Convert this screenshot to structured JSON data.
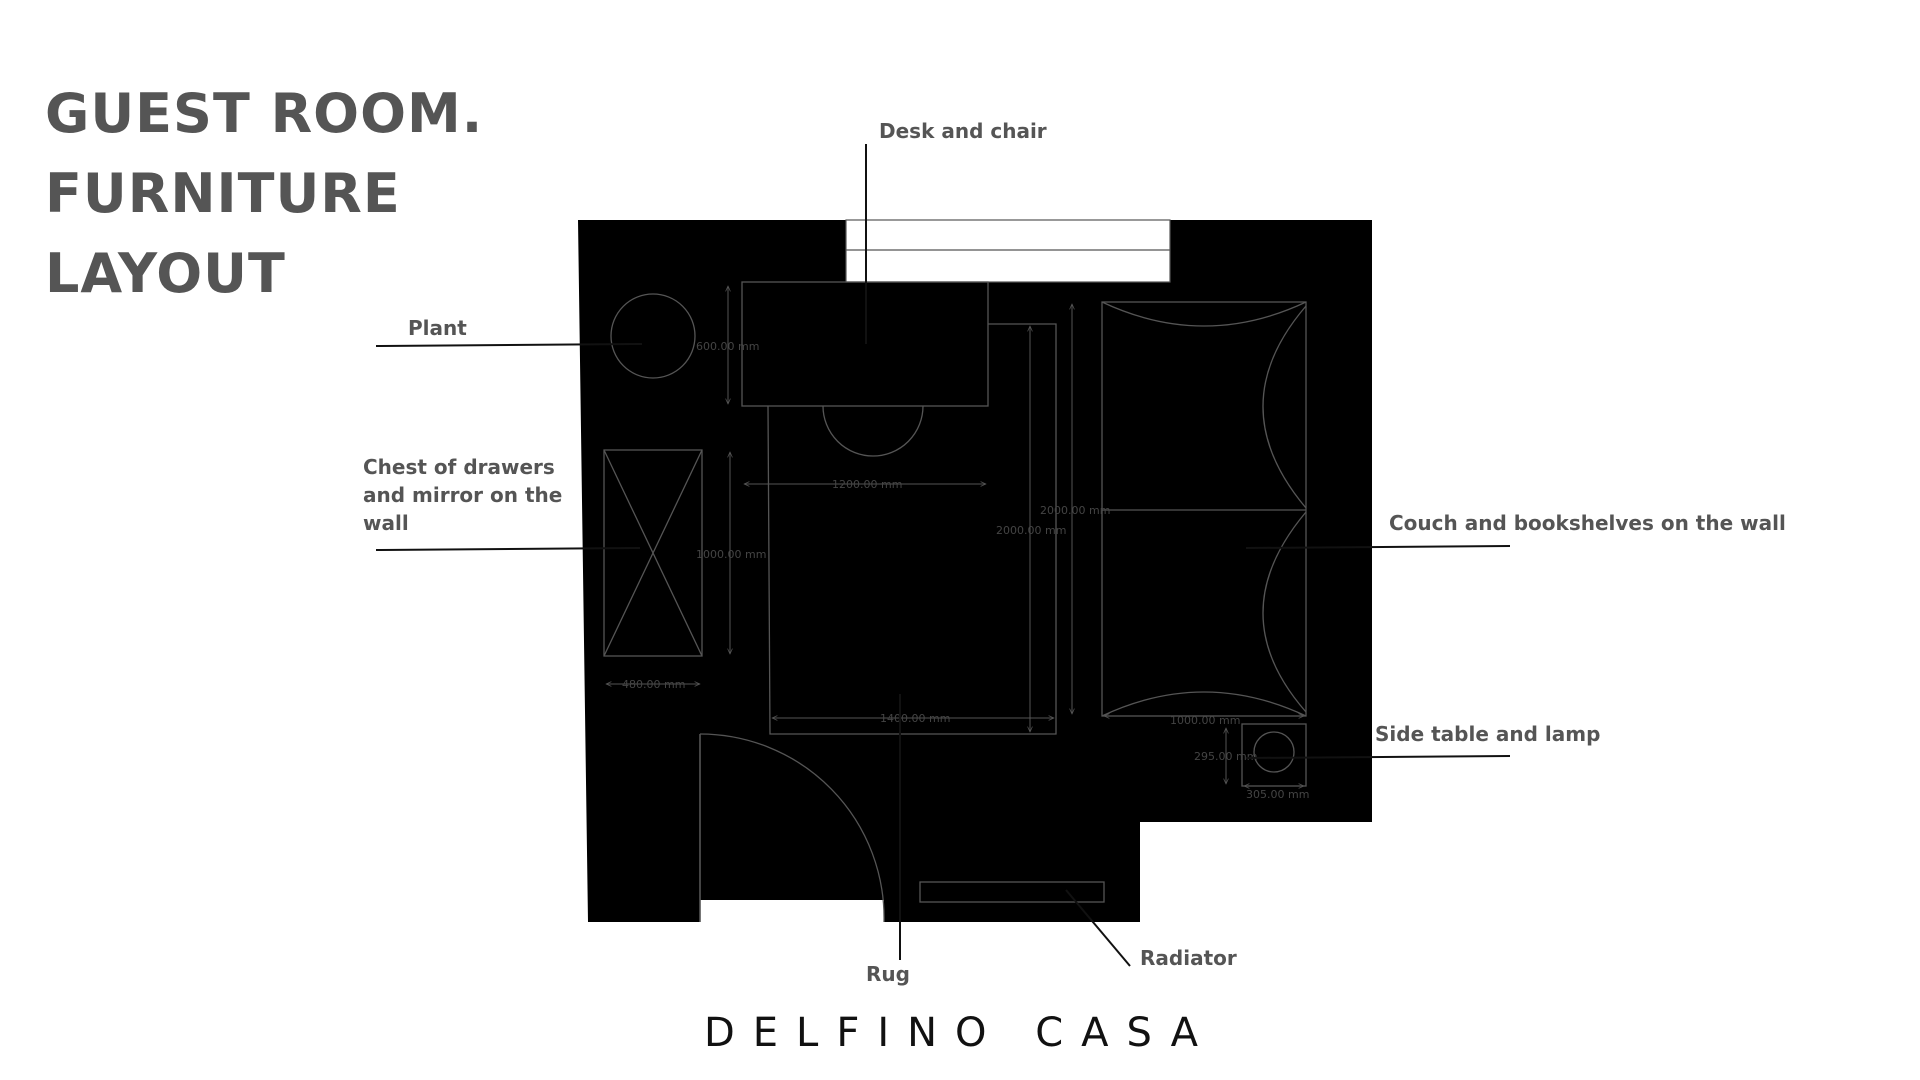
{
  "title": {
    "line1": "GUEST ROOM.",
    "line2": "FURNITURE",
    "line3": "LAYOUT"
  },
  "labels": {
    "desk": "Desk and chair",
    "plant": "Plant",
    "chest": "Chest of drawers and mirror on the wall",
    "couch": "Couch and bookshelves on the wall",
    "side_table": "Side table and lamp",
    "radiator": "Radiator",
    "rug": "Rug"
  },
  "dimensions": {
    "desk_depth": "600.00 mm",
    "desk_width": "1200.00 mm",
    "chest_length": "1000.00 mm",
    "chest_depth": "480.00 mm",
    "rug_length": "2000.00 mm",
    "rug_width": "1400.00 mm",
    "couch_length": "2000.00 mm",
    "couch_depth": "1000.00 mm",
    "side_table_depth": "295.00 mm",
    "side_table_width": "305.00 mm"
  },
  "brand": "DELFINO CASA",
  "colors": {
    "wall": "#000000",
    "heading": "#555555",
    "line": "#555555"
  }
}
